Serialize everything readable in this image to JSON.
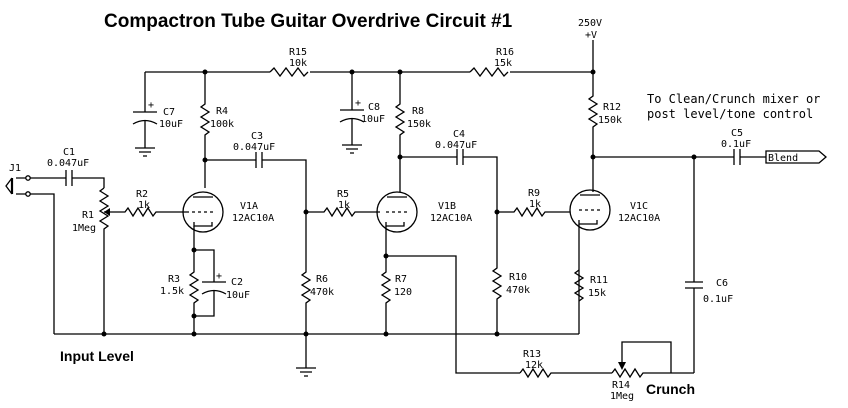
{
  "title": "Compactron Tube Guitar Overdrive Circuit #1",
  "supply": {
    "voltage": "250V",
    "node": "+V"
  },
  "note": {
    "line1": "To Clean/Crunch mixer or",
    "line2": "post level/tone control"
  },
  "output_label": "Blend",
  "jack": "J1",
  "labels": {
    "input_level": "Input Level",
    "crunch": "Crunch"
  },
  "components": {
    "C1": {
      "ref": "C1",
      "value": "0.047uF"
    },
    "R1": {
      "ref": "R1",
      "value": "1Meg"
    },
    "R2": {
      "ref": "R2",
      "value": "1k"
    },
    "R3": {
      "ref": "R3",
      "value": "1.5k"
    },
    "C2": {
      "ref": "C2",
      "value": "10uF"
    },
    "C7": {
      "ref": "C7",
      "value": "10uF"
    },
    "R4": {
      "ref": "R4",
      "value": "100k"
    },
    "C3": {
      "ref": "C3",
      "value": "0.047uF"
    },
    "R15": {
      "ref": "R15",
      "value": "10k"
    },
    "R5": {
      "ref": "R5",
      "value": "1k"
    },
    "R6": {
      "ref": "R6",
      "value": "470k"
    },
    "C8": {
      "ref": "C8",
      "value": "10uF"
    },
    "R8": {
      "ref": "R8",
      "value": "150k"
    },
    "C4": {
      "ref": "C4",
      "value": "0.047uF"
    },
    "R7": {
      "ref": "R7",
      "value": "120"
    },
    "R16": {
      "ref": "R16",
      "value": "15k"
    },
    "R9": {
      "ref": "R9",
      "value": "1k"
    },
    "R10": {
      "ref": "R10",
      "value": "470k"
    },
    "R12": {
      "ref": "R12",
      "value": "150k"
    },
    "R11": {
      "ref": "R11",
      "value": "15k"
    },
    "C5": {
      "ref": "C5",
      "value": "0.1uF"
    },
    "C6": {
      "ref": "C6",
      "value": "0.1uF"
    },
    "R13": {
      "ref": "R13",
      "value": "12k"
    },
    "R14": {
      "ref": "R14",
      "value": "1Meg"
    },
    "V1A": {
      "ref": "V1A",
      "value": "12AC10A"
    },
    "V1B": {
      "ref": "V1B",
      "value": "12AC10A"
    },
    "V1C": {
      "ref": "V1C",
      "value": "12AC10A"
    }
  }
}
